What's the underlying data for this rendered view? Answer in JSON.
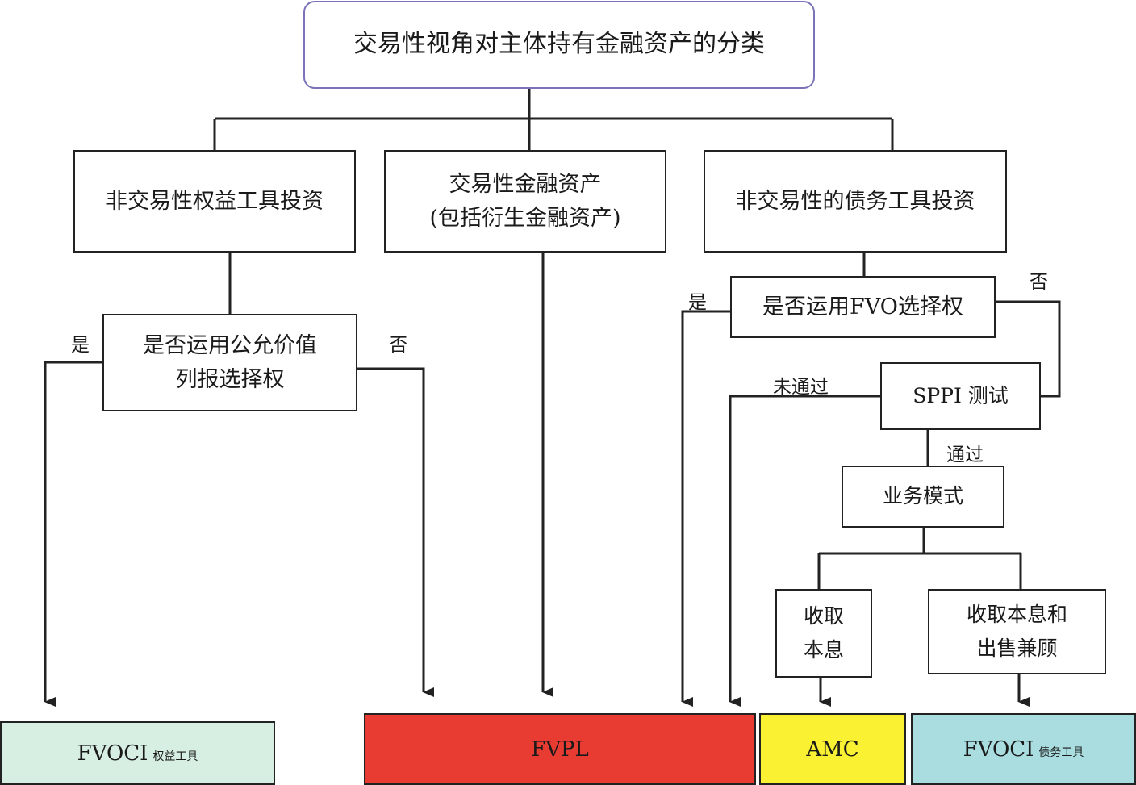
{
  "title": "交易性视角对主体持有金融资产的分类",
  "categories": {
    "equity": "非交易性权益工具投资",
    "trading_line1": "交易性金融资产",
    "trading_line2": "(包括衍生金融资产)",
    "debt": "非交易性的债务工具投资"
  },
  "decisions": {
    "fv_option_line1": "是否运用公允价值",
    "fv_option_line2": "列报选择权",
    "fvo_option": "是否运用FVO选择权",
    "sppi": "SPPI 测试",
    "business_model": "业务模式",
    "collect_line1": "收取",
    "collect_line2": "本息",
    "collect_sell_line1": "收取本息和",
    "collect_sell_line2": "出售兼顾"
  },
  "labels": {
    "yes": "是",
    "no": "否",
    "failed": "未通过",
    "passed": "通过"
  },
  "outcomes": {
    "fvoci_equity": {
      "main": "FVOCI",
      "sub": "权益工具",
      "color": "#d6efe2"
    },
    "fvpl": {
      "main": "FVPL",
      "color": "#e83c33"
    },
    "amc": {
      "main": "AMC",
      "color": "#f9f132"
    },
    "fvoci_debt": {
      "main": "FVOCI",
      "sub": "债务工具",
      "color": "#a9dde0"
    }
  }
}
